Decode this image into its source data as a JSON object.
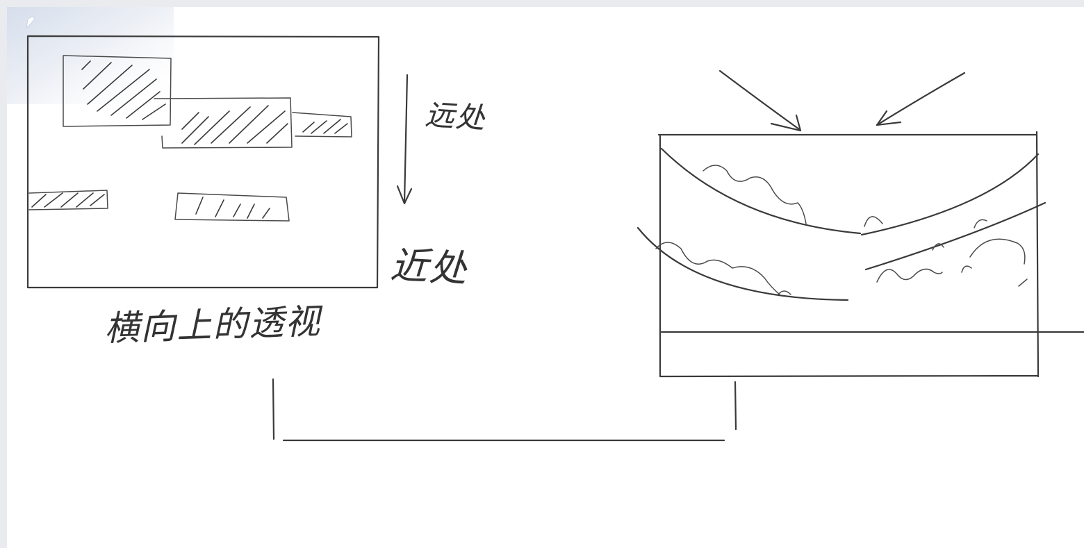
{
  "labels": {
    "far": "远处",
    "near": "近处",
    "caption": "横向上的透视"
  },
  "colors": {
    "ink": "#3a3a3a",
    "paper": "#ffffff",
    "paper_texture": "#e9ecef",
    "corner_tint": "#dfe6f2"
  }
}
